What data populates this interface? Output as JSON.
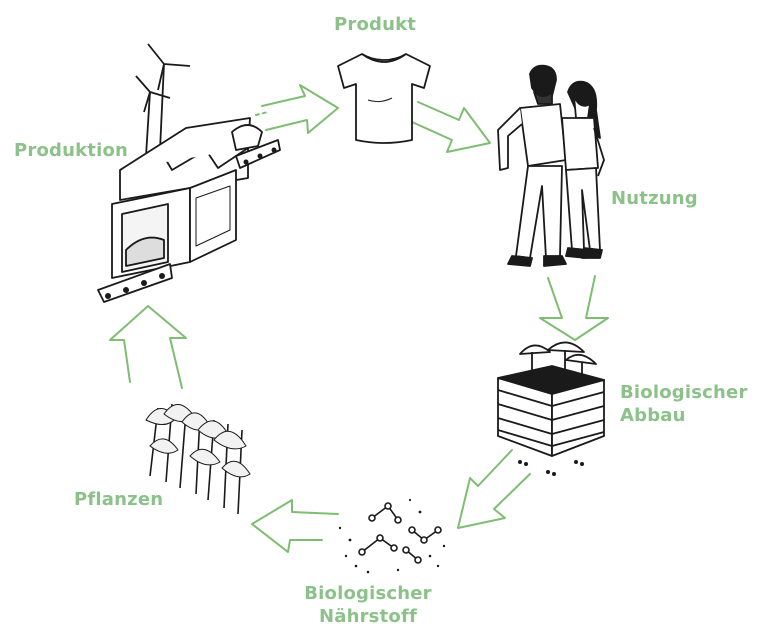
{
  "colors": {
    "label": "#8cc28a",
    "arrow": "#7ebd72",
    "ink": "#1a1a1a"
  },
  "stages": {
    "produkt": "Produkt",
    "nutzung": "Nutzung",
    "abbau_line1": "Biologischer",
    "abbau_line2": "Abbau",
    "naehrstoff_line1": "Biologischer",
    "naehrstoff_line2": "Nährstoff",
    "pflanzen": "Pflanzen",
    "produktion": "Produktion"
  },
  "illustrations": [
    "tshirt-icon",
    "couple-icon",
    "compost-bin-icon",
    "nutrient-molecules-icon",
    "trees-icon",
    "factory-icon"
  ]
}
